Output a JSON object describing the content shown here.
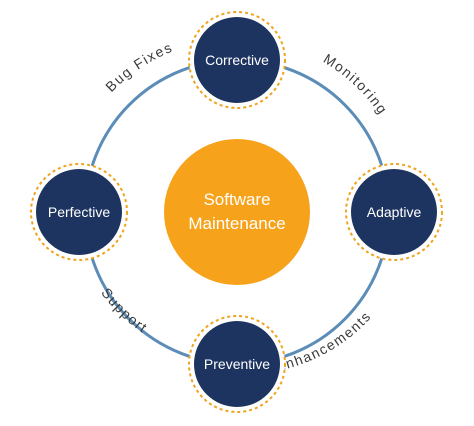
{
  "center": {
    "line1": "Software",
    "line2": "Maintenance"
  },
  "nodes": {
    "top": "Corrective",
    "right": "Adaptive",
    "bottom": "Preventive",
    "left": "Perfective"
  },
  "arcs": {
    "top_left": "Bug Fixes",
    "top_right": "Monitoring",
    "bottom_right": "Enhancements",
    "bottom_left": "Support"
  },
  "colors": {
    "ring": "#5b8db8",
    "node_fill": "#1d3461",
    "node_dash": "#f0a31c",
    "center_fill": "#f7a21b",
    "arc_text": "#3a3a3a"
  }
}
